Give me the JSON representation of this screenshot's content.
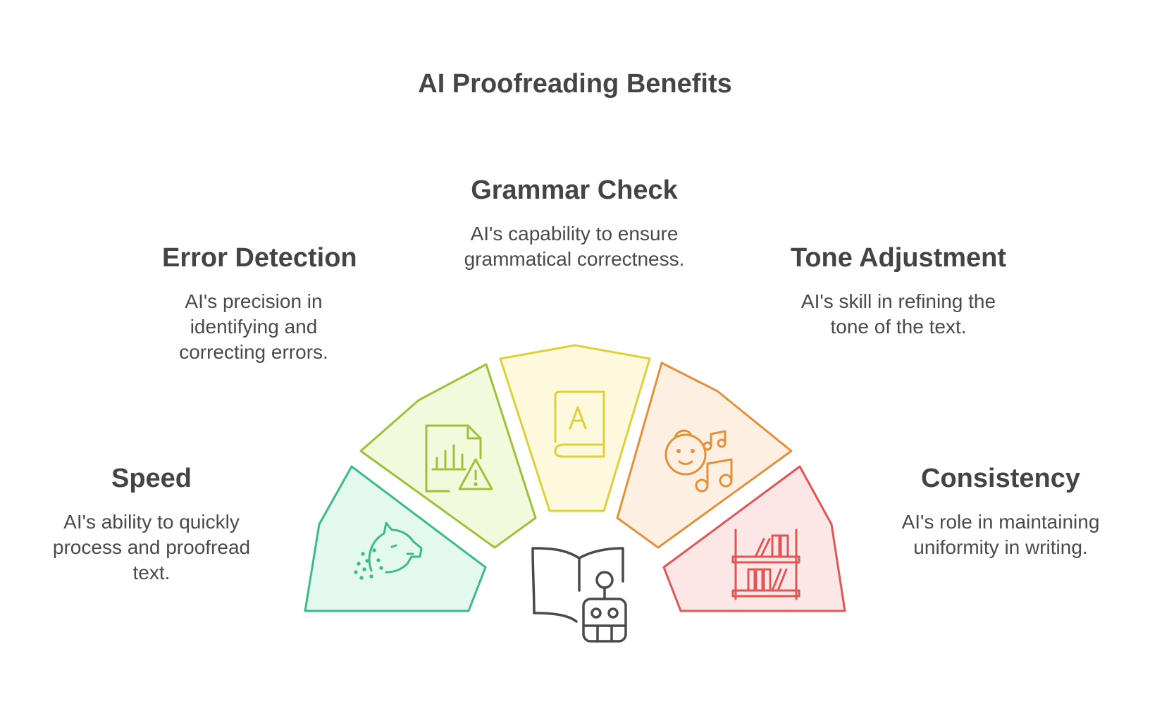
{
  "title": "AI Proofreading Benefits",
  "segments": [
    {
      "title": "Speed",
      "description": "AI's ability to quickly process and proofread text.",
      "icon": "cheetah-icon",
      "stroke": "#3dbb84",
      "fill": "#e3f8ee"
    },
    {
      "title": "Error Detection",
      "description": "AI's precision in identifying and correcting errors.",
      "icon": "document-chart-warning-icon",
      "stroke": "#9cc23a",
      "fill": "#f3fadc"
    },
    {
      "title": "Grammar Check",
      "description": "AI's capability to ensure grammatical correctness.",
      "icon": "grammar-book-icon",
      "stroke": "#e0cf3a",
      "fill": "#fdf9dd"
    },
    {
      "title": "Tone Adjustment",
      "description": "AI's skill in refining the tone of the text.",
      "icon": "baby-music-notes-icon",
      "stroke": "#e3903a",
      "fill": "#fdf0e2"
    },
    {
      "title": "Consistency",
      "description": "AI's role in maintaining uniformity in writing.",
      "icon": "bookshelf-icon",
      "stroke": "#e05656",
      "fill": "#fde6e6"
    }
  ],
  "center_icon": "robot-reading-book-icon"
}
